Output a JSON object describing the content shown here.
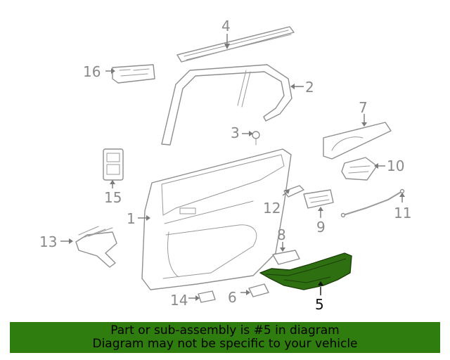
{
  "diagram": {
    "callouts": {
      "c1": "1",
      "c2": "2",
      "c3": "3",
      "c4": "4",
      "c5": "5",
      "c6": "6",
      "c7": "7",
      "c8": "8",
      "c9": "9",
      "c10": "10",
      "c11": "11",
      "c12": "12",
      "c13": "13",
      "c14": "14",
      "c15": "15",
      "c16": "16"
    },
    "highlighted_part": "5",
    "highlight_color": "#2e6f12"
  },
  "banner": {
    "line1": "Part or sub-assembly is #5 in diagram",
    "line2": "Diagram may not be specific to your vehicle",
    "background": "#2e7d0e"
  }
}
